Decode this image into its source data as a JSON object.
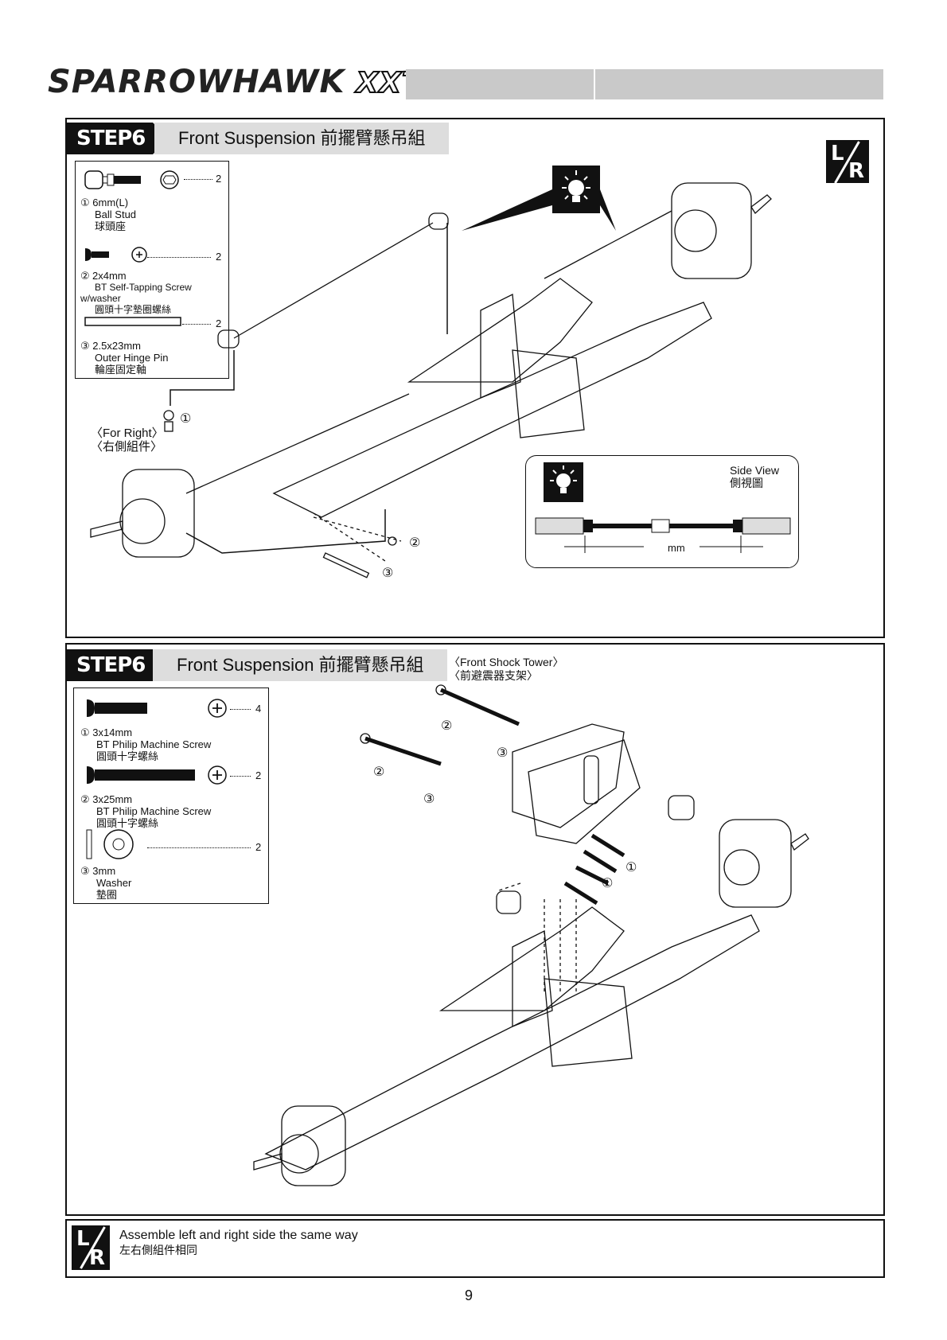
{
  "header": {
    "brand": "SPARROWHAWK",
    "model": "XXT"
  },
  "step1": {
    "tab": "STEP6",
    "title": "Front Suspension 前擺臂懸吊組",
    "parts": [
      {
        "num": "①",
        "size": "6mm(L)",
        "name": "Ball Stud",
        "name_cn": "球頭座",
        "qty": "2"
      },
      {
        "num": "②",
        "size": "2x4mm",
        "name": "BT Self-Tapping Screw w/washer",
        "name_cn": "圓頭十字墊圈螺絲",
        "qty": "2"
      },
      {
        "num": "③",
        "size": "2.5x23mm",
        "name": "Outer Hinge Pin",
        "name_cn": "輪座固定軸",
        "qty": "2"
      }
    ],
    "for_right": "〈For Right〉",
    "for_right_cn": "〈右側組件〉",
    "callout_1": "①",
    "callout_2": "②",
    "callout_3": "③",
    "side_view": {
      "title": "Side View",
      "title_cn": "側視圖",
      "unit": "mm"
    },
    "lr": {
      "l": "L",
      "r": "R"
    }
  },
  "step2": {
    "tab": "STEP6",
    "title": "Front Suspension 前擺臂懸吊組",
    "shock_tower": "〈Front Shock Tower〉",
    "shock_tower_cn": "〈前避震器支架〉",
    "parts": [
      {
        "num": "①",
        "size": "3x14mm",
        "name": "BT Philip Machine Screw",
        "name_cn": "圓頭十字螺絲",
        "qty": "4"
      },
      {
        "num": "②",
        "size": "3x25mm",
        "name": "BT Philip Machine Screw",
        "name_cn": "圓頭十字螺絲",
        "qty": "2"
      },
      {
        "num": "③",
        "size": "3mm",
        "name": "Washer",
        "name_cn": "墊圈",
        "qty": "2"
      }
    ],
    "callouts": [
      "②",
      "③",
      "②",
      "③",
      "①",
      "①"
    ]
  },
  "footer": {
    "note": "Assemble left and right side the same way",
    "note_cn": "左右側組件相同",
    "page_number": "9"
  },
  "colors": {
    "ink": "#111111",
    "header_gray": "#c9c9c9",
    "title_gray": "#dddddd"
  }
}
